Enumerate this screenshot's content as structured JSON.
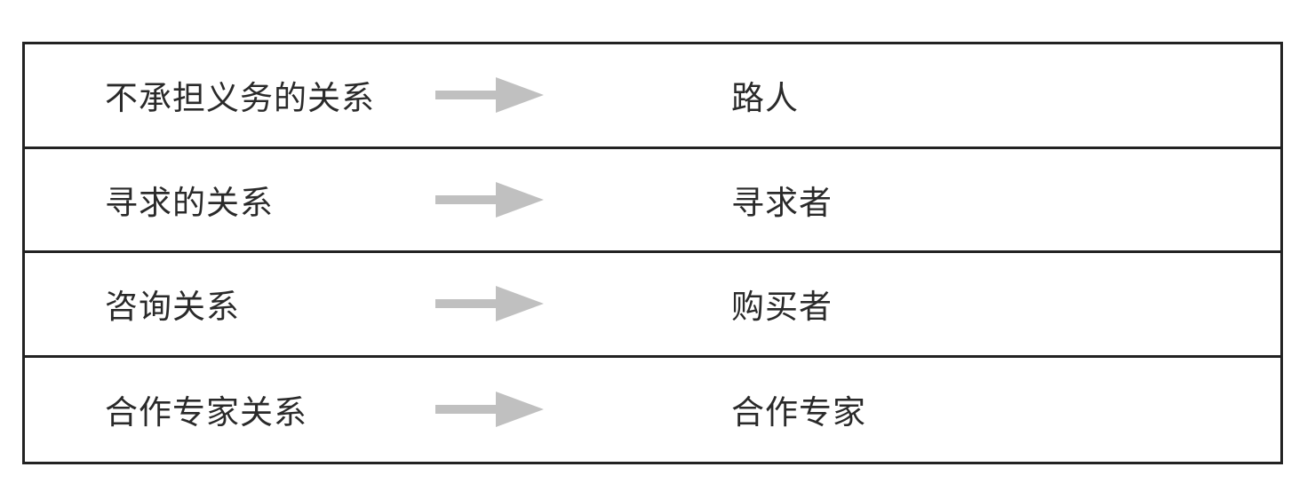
{
  "rows": [
    {
      "relation": "不承担义务的关系",
      "role": "路人"
    },
    {
      "relation": "寻求的关系",
      "role": "寻求者"
    },
    {
      "relation": "咨询关系",
      "role": "购买者"
    },
    {
      "relation": "合作专家关系",
      "role": "合作专家"
    }
  ],
  "colors": {
    "border": "#222222",
    "arrow": "#c0c0c0",
    "text": "#2a2a2a"
  }
}
